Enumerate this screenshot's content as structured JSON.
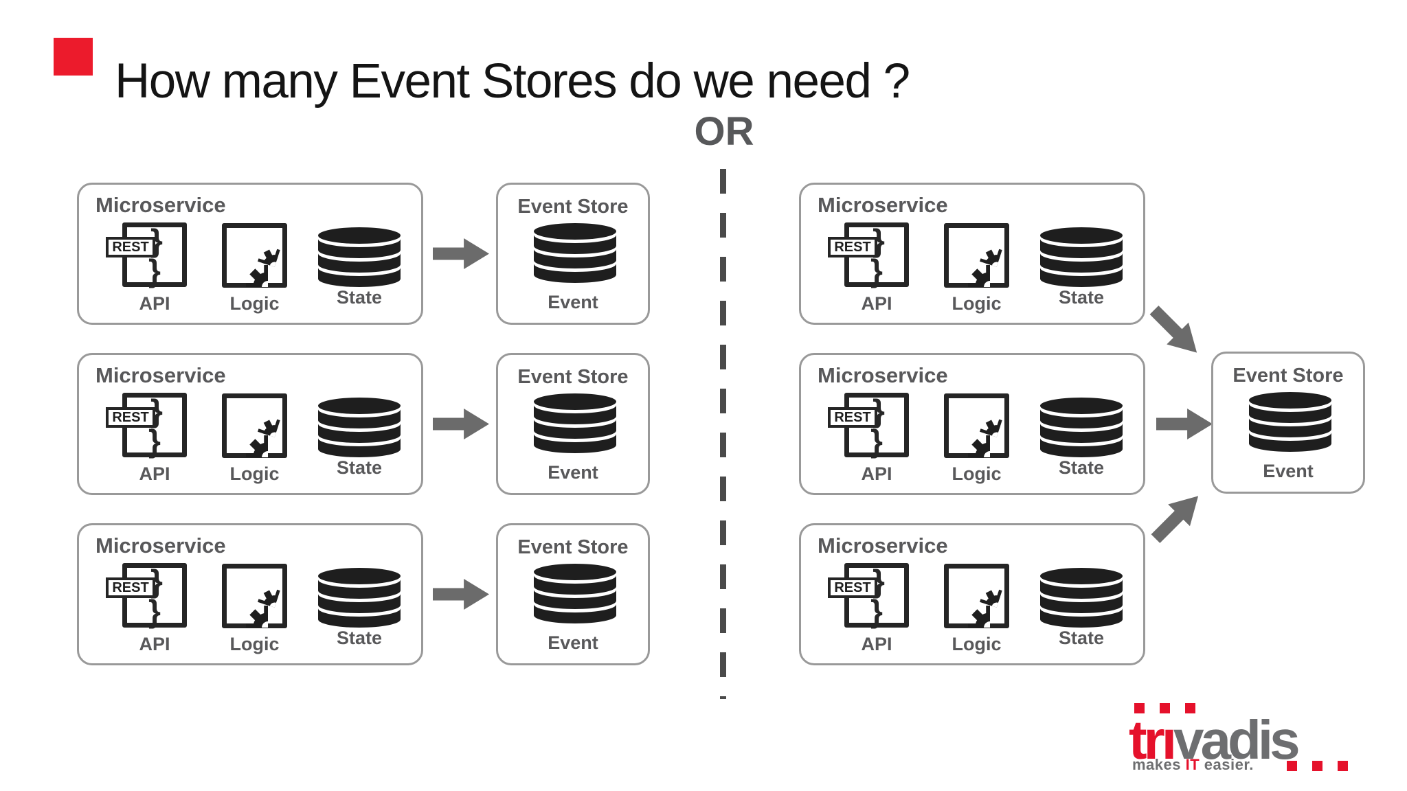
{
  "slide": {
    "title": "How many Event Stores do we need ?",
    "or_label": "OR"
  },
  "microservice": {
    "title": "Microservice",
    "rest_badge": "REST",
    "brace_top": "}",
    "brace_bottom": "}",
    "api_label": "API",
    "logic_label": "Logic",
    "state_label": "State"
  },
  "event_store": {
    "title": "Event Store",
    "event_label": "Event"
  },
  "diagram": {
    "left_microservice_count": 3,
    "left_event_store_count": 3,
    "right_microservice_count": 3,
    "right_event_store_count": 1
  },
  "logo": {
    "brand_primary": "tri",
    "brand_secondary": "vadis",
    "tagline_start": "makes ",
    "tagline_accent": "IT",
    "tagline_end": " easier."
  },
  "colors": {
    "accent_red": "#ec1b2c",
    "logo_red": "#e5112b",
    "logo_gray": "#6d6e70",
    "text_gray": "#58585a",
    "arrow_gray": "#6b6b6b",
    "icon_black": "#1e1e1e"
  }
}
